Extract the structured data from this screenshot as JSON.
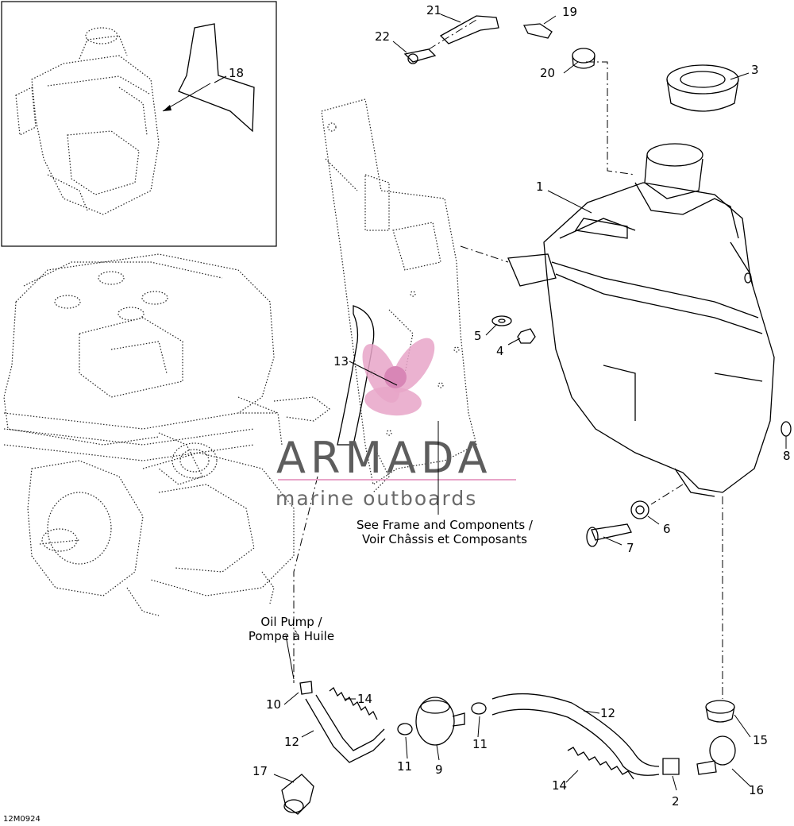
{
  "diagram": {
    "drawing_code": "12M0924",
    "callouts": [
      "1",
      "2",
      "3",
      "4",
      "5",
      "6",
      "7",
      "8",
      "9",
      "10",
      "11",
      "11",
      "12",
      "12",
      "13",
      "14",
      "14",
      "15",
      "16",
      "17",
      "18",
      "19",
      "20",
      "21",
      "22"
    ],
    "notes": {
      "frame_line1": "See Frame and Components /",
      "frame_line2": "Voir Châssis et Composants",
      "pump_line1": "Oil Pump /",
      "pump_line2": "Pompe à Huile"
    }
  },
  "watermark": {
    "brand": "ARMADA",
    "tagline": "marine outboards",
    "accent_color": "#e8a4c8",
    "text_color": "#5d5d5d"
  }
}
